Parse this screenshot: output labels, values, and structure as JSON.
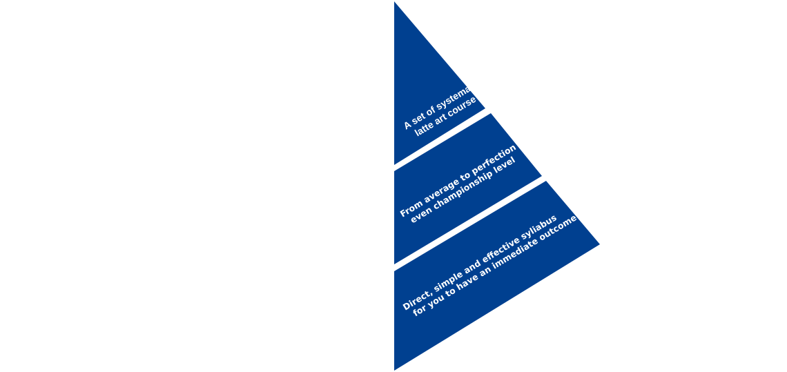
{
  "colors": {
    "background": "#ffffff",
    "segment_fill": "#004090"
  },
  "segments": [
    {
      "lines": [
        "A set of systematic",
        "latte art course"
      ]
    },
    {
      "lines": [
        "From average to perfection",
        "even championship level"
      ]
    },
    {
      "lines": [
        "Direct, simple and effective syliabus",
        "for you to have an immediate outcome"
      ]
    }
  ]
}
